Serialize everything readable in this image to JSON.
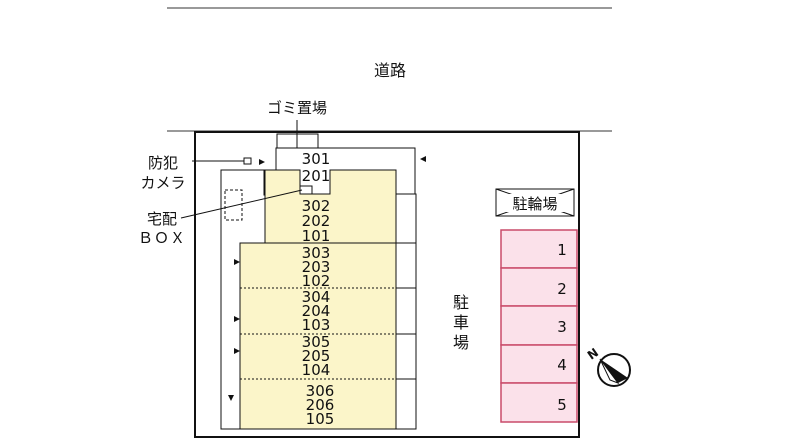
{
  "road_label": "道路",
  "garbage_label": "ゴミ置場",
  "camera_label": [
    "防犯",
    "カメラ"
  ],
  "delivery_box_label": [
    "宅配",
    "ＢＯＸ"
  ],
  "parking_label": [
    "駐",
    "車",
    "場"
  ],
  "bicycle_parking_label": "駐輪場",
  "parking_spaces": [
    "1",
    "2",
    "3",
    "4",
    "5"
  ],
  "building_units": [
    [
      "301",
      "201"
    ],
    [
      "302",
      "202",
      "101"
    ],
    [
      "303",
      "203",
      "102"
    ],
    [
      "304",
      "204",
      "103"
    ],
    [
      "305",
      "205",
      "104"
    ],
    [
      "306",
      "206",
      "105"
    ]
  ],
  "compass_letter": "N",
  "colors": {
    "building_fill": "#fbf5c9",
    "parking_fill": "#fbe1ea",
    "parking_stroke": "#c94b6a",
    "line": "#111111"
  }
}
